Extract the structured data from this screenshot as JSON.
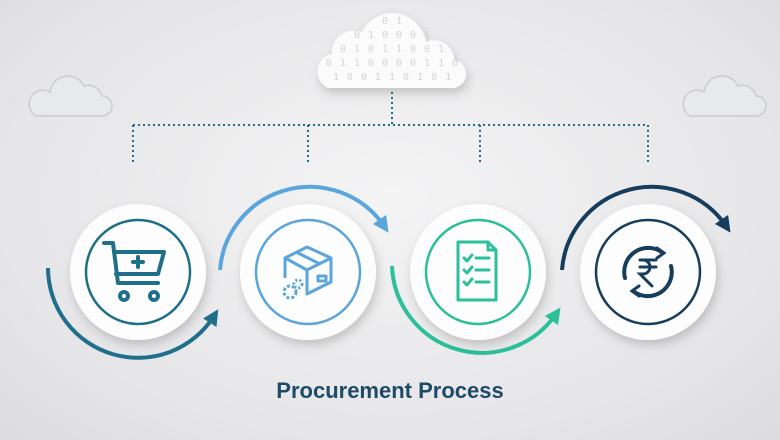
{
  "title": "Procurement Process",
  "cloud": {
    "binary_rows": [
      "0 1",
      "0 1 0 0 0 1",
      "0 1 0 1 1 0 0 1",
      "0 1 1 0 0 0 0 1 1 0",
      "1 0 0 1 1 0 1 0 1"
    ]
  },
  "steps": [
    {
      "icon": "shopping-cart-add-icon",
      "color": "#1f6f8b"
    },
    {
      "icon": "box-gears-icon",
      "color": "#5aa6dc"
    },
    {
      "icon": "checklist-document-icon",
      "color": "#2bbf9a"
    },
    {
      "icon": "rupee-cycle-icon",
      "color": "#163d5c"
    }
  ]
}
